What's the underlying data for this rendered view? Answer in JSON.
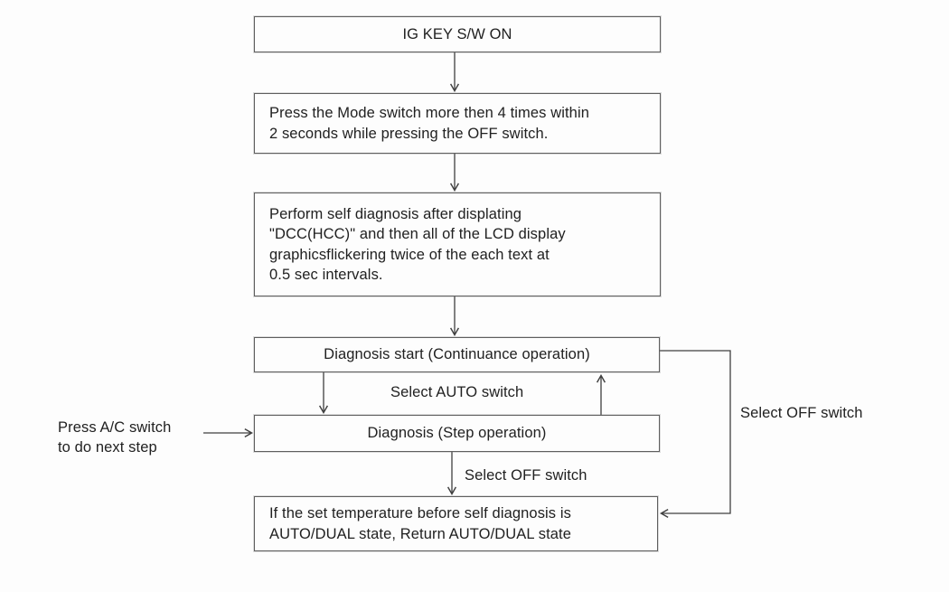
{
  "diagram": {
    "title_hint": "A/C self diagnosis flowchart",
    "nodes": {
      "ig_key": "IG KEY S/W ON",
      "press_mode": [
        "Press the Mode switch more then 4 times within",
        "2 seconds while pressing the OFF switch."
      ],
      "perform_diagnosis": [
        "Perform self diagnosis after displating",
        "\"DCC(HCC)\" and then all of the LCD display",
        "graphicsflickering twice of the each text at",
        "0.5 sec intervals."
      ],
      "diagnosis_start": "Diagnosis start (Continuance operation)",
      "diagnosis_step": "Diagnosis (Step operation)",
      "return_state": [
        "If the set temperature before self diagnosis is",
        "AUTO/DUAL state, Return AUTO/DUAL state"
      ]
    },
    "labels": {
      "select_auto": "Select AUTO switch",
      "select_off_step": "Select OFF switch",
      "select_off_right": "Select OFF switch",
      "press_ac": [
        "Press A/C switch",
        "to do next step"
      ]
    },
    "colors": {
      "background": "#fdfdfd",
      "box_border": "#5f5f5f",
      "line": "#3f3f3f",
      "text": "#212121"
    }
  }
}
